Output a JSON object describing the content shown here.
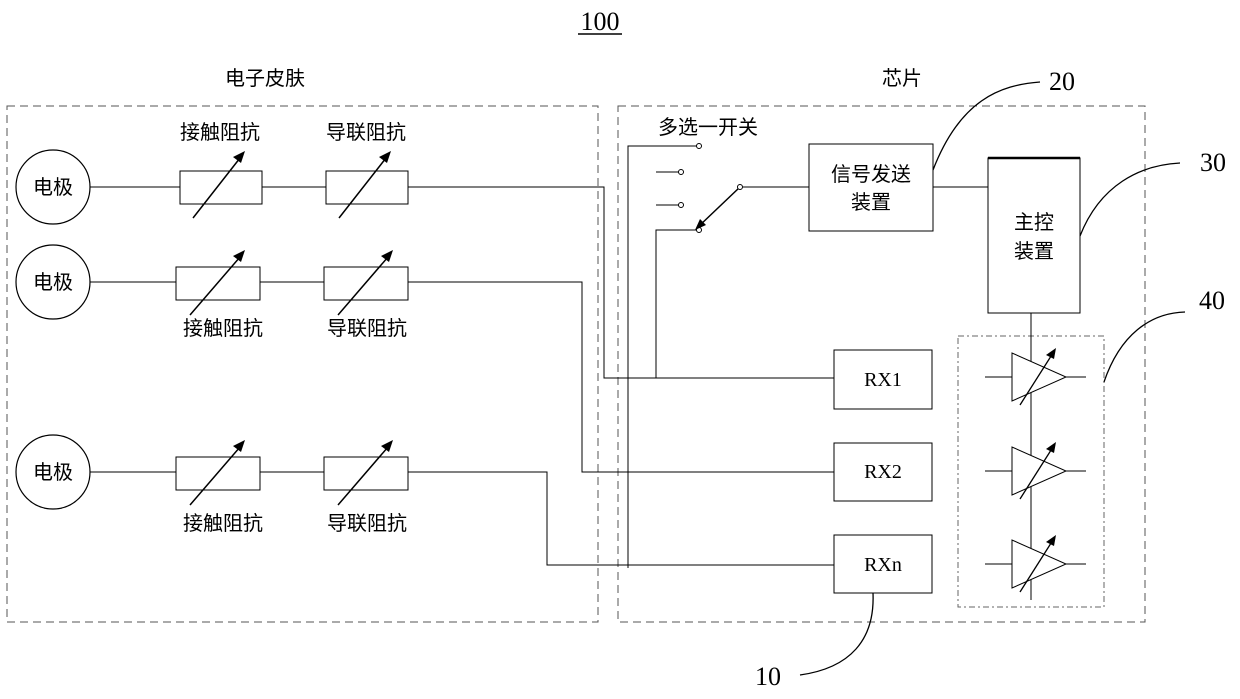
{
  "figure_number": "100",
  "skin": {
    "label": "电子皮肤",
    "rows": [
      {
        "electrode": "电极",
        "contact": "接触阻抗",
        "lead": "导联阻抗"
      },
      {
        "electrode": "电极",
        "contact": "接触阻抗",
        "lead": "导联阻抗"
      },
      {
        "electrode": "电极",
        "contact": "接触阻抗",
        "lead": "导联阻抗"
      }
    ]
  },
  "chip": {
    "label": "芯片",
    "switch_label": "多选一开关",
    "signal_device": [
      "信号发送",
      "装置"
    ],
    "master_device": [
      "主控",
      "装置"
    ],
    "receivers": [
      "RX1",
      "RX2",
      "RXn"
    ]
  },
  "callouts": {
    "c20": "20",
    "c30": "30",
    "c40": "40",
    "c10": "10"
  }
}
